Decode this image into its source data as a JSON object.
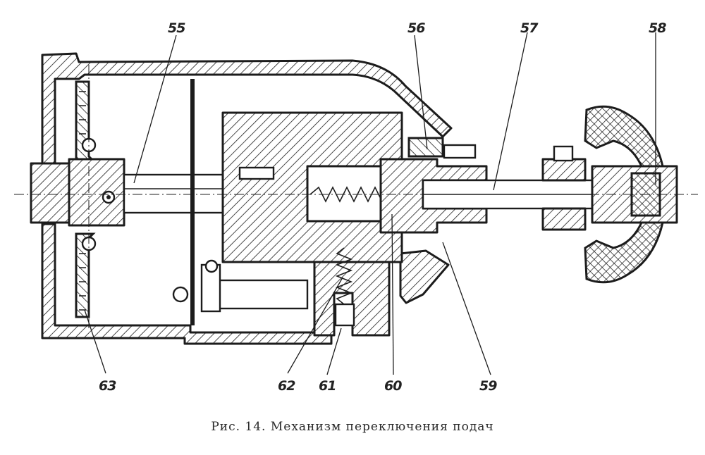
{
  "caption": "Рис. 14. Механизм переключения подач",
  "callouts": [
    {
      "id": "55",
      "label": "55"
    },
    {
      "id": "56",
      "label": "56"
    },
    {
      "id": "57",
      "label": "57"
    },
    {
      "id": "58",
      "label": "58"
    },
    {
      "id": "59",
      "label": "59"
    },
    {
      "id": "60",
      "label": "60"
    },
    {
      "id": "61",
      "label": "61"
    },
    {
      "id": "62",
      "label": "62"
    },
    {
      "id": "63",
      "label": "63"
    }
  ]
}
